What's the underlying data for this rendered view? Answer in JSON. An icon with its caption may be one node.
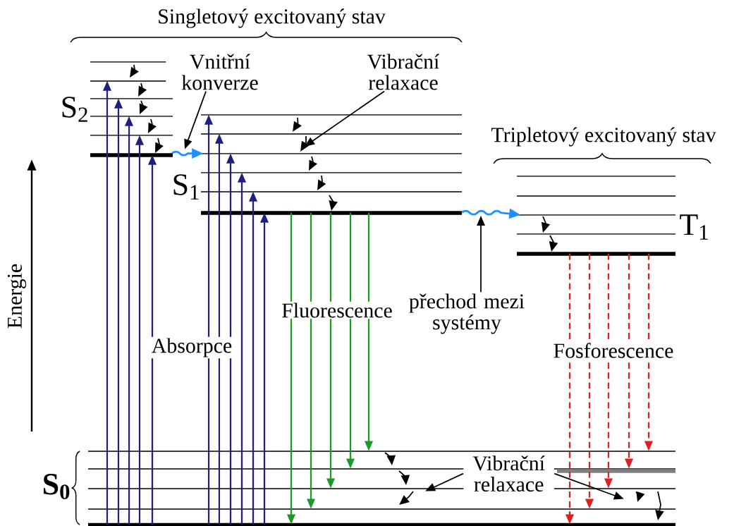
{
  "diagram": {
    "nodes": [
      {
        "text": [
          "S$_{2}$"
        ]
      },
      {
        "text": [
          "S$_{1}$"
        ]
      },
      {
        "text": [
          "T$_{1}$"
        ]
      },
      {
        "text": [
          "S$_{0}$"
        ]
      },
      {
        "text": [
          "Vnitřní konverze"
        ]
      },
      {
        "text": [
          "Vibrační relaxace"
        ]
      },
      {
        "text": [
          "přechod mezi systémy"
        ]
      },
      {
        "text": [
          "Vibrační relaxace"
        ],
        "in": 3
      }
    ],
    "edges": [
      {
        "from": 3,
        "to": 0,
        "arrow": "to",
        "color": "#1f1f80"
      },
      {
        "from": 3,
        "to": 0,
        "arrow": "to",
        "color": "#1f1f80"
      },
      {
        "from": 3,
        "to": 0,
        "arrow": "to",
        "color": "#1f1f80"
      },
      {
        "from": 3,
        "to": 0,
        "arrow": "to",
        "color": "#1f1f80"
      },
      {
        "from": 3,
        "to": 0,
        "arrow": "to",
        "color": "#1f1f80"
      },
      {
        "from": 3,
        "to": 1,
        "arrow": "to",
        "color": "#1f1f80"
      },
      {
        "from": 3,
        "to": 1,
        "arrow": "to",
        "color": "#1f1f80"
      },
      {
        "from": 3,
        "to": 1,
        "arrow": "to",
        "color": "#1f1f80"
      },
      {
        "from": 3,
        "to": 1,
        "arrow": "to",
        "color": "#1f1f80"
      },
      {
        "from": 3,
        "to": 1,
        "arrow": "to",
        "color": "#1f1f80"
      },
      {
        "from": 3,
        "to": 1,
        "arrow": "to",
        "color": "#1f1f80"
      },
      {
        "from": 0,
        "to": 1,
        "arrow": "to",
        "color": "#1e90ff"
      },
      {
        "from": 1,
        "to": 3,
        "arrow": "to",
        "color": "#1a9a2a"
      },
      {
        "from": 1,
        "to": 3,
        "arrow": "to",
        "color": "#1a9a2a"
      },
      {
        "from": 1,
        "to": 3,
        "arrow": "to",
        "color": "#1a9a2a"
      },
      {
        "from": 1,
        "to": 3,
        "arrow": "to",
        "color": "#1a9a2a"
      },
      {
        "from": 1,
        "to": 3,
        "arrow": "to",
        "color": "#1a9a2a"
      },
      {
        "from": 1,
        "to": 2,
        "arrow": "to",
        "color": "#1e90ff"
      },
      {
        "from": 2,
        "to": 3,
        "arrow": "to",
        "style": "dashed",
        "color": "#e02020"
      },
      {
        "from": 2,
        "to": 3,
        "arrow": "to",
        "style": "dashed",
        "color": "#e02020"
      },
      {
        "from": 2,
        "to": 3,
        "arrow": "to",
        "style": "dashed",
        "color": "#e02020"
      },
      {
        "from": 2,
        "to": 3,
        "arrow": "to",
        "style": "dashed",
        "color": "#e02020"
      },
      {
        "from": 2,
        "to": 3,
        "arrow": "to",
        "style": "dashed",
        "color": "#e02020"
      },
      {
        "from": 4,
        "to": 1,
        "arrow": "to",
        "color": "#000000"
      },
      {
        "from": 5,
        "to": 1,
        "arrow": "to",
        "color": "#000000"
      },
      {
        "from": 6,
        "to": null,
        "arrow": "to",
        "color": "#000000"
      },
      {
        "from": 7,
        "to": 3,
        "arrow": "to",
        "color": "#000000"
      },
      {
        "from": 7,
        "to": 3,
        "arrow": "to",
        "color": "#000000"
      }
    ],
    "labels": [
      "Singletový excitovaný stav",
      "Tripletový excitovaný stav",
      "Energie",
      "Absorpce",
      "Fluorescence",
      "Fosforescence"
    ]
  }
}
